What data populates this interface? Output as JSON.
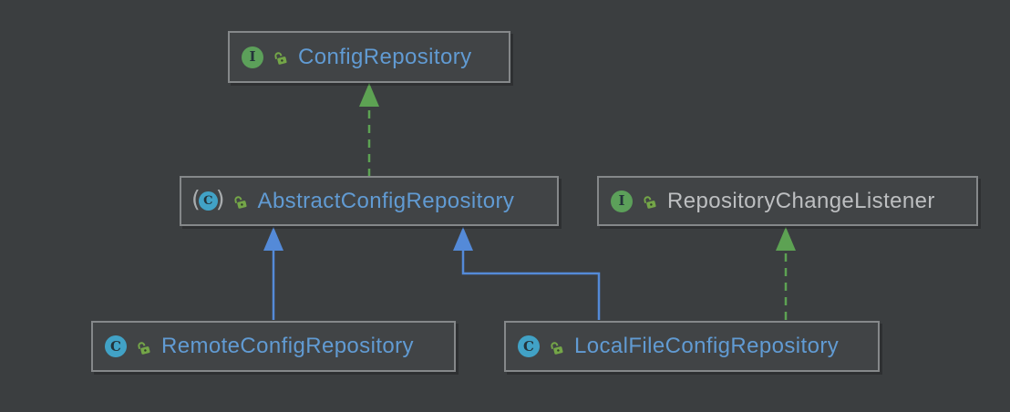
{
  "diagram": {
    "nodes": [
      {
        "id": "config-repository",
        "label": "ConfigRepository",
        "stereotype": "interface",
        "visibility": "public",
        "label_color": "#619BD3"
      },
      {
        "id": "abstract-config-repository",
        "label": "AbstractConfigRepository",
        "stereotype": "abstract-class",
        "visibility": "public",
        "label_color": "#619BD3"
      },
      {
        "id": "repository-change-listener",
        "label": "RepositoryChangeListener",
        "stereotype": "interface",
        "visibility": "public",
        "label_color": "#BDBFC1"
      },
      {
        "id": "remote-config-repository",
        "label": "RemoteConfigRepository",
        "stereotype": "class",
        "visibility": "public",
        "label_color": "#619BD3"
      },
      {
        "id": "local-file-config-repository",
        "label": "LocalFileConfigRepository",
        "stereotype": "class",
        "visibility": "public",
        "label_color": "#619BD3"
      }
    ],
    "edges": [
      {
        "from": "AbstractConfigRepository",
        "to": "ConfigRepository",
        "type": "implements",
        "style": "dashed",
        "color": "#5DA253"
      },
      {
        "from": "RemoteConfigRepository",
        "to": "AbstractConfigRepository",
        "type": "extends",
        "style": "solid",
        "color": "#548AD8"
      },
      {
        "from": "LocalFileConfigRepository",
        "to": "AbstractConfigRepository",
        "type": "extends",
        "style": "solid",
        "color": "#548AD8"
      },
      {
        "from": "LocalFileConfigRepository",
        "to": "RepositoryChangeListener",
        "type": "implements",
        "style": "dashed",
        "color": "#5DA253"
      }
    ],
    "icons": {
      "interface_letter": "I",
      "class_letter": "C",
      "abstract_class_letter": "C",
      "abstract_paren_open": "(",
      "abstract_paren_close": ")"
    },
    "colors": {
      "canvas_bg": "#3B3E40",
      "node_bg": "#414446",
      "node_border": "#85888A",
      "label_blue": "#619BD3",
      "label_gray": "#BDBFC1",
      "interface_icon_green": "#5CA05A",
      "class_icon_cyan": "#41A2C6",
      "icon_letter_dark": "#24333A",
      "abstract_paren_gray": "#A9ADAF",
      "padlock_green": "#74A648",
      "edge_implements_green": "#5DA253",
      "edge_extends_blue": "#548AD8"
    }
  }
}
